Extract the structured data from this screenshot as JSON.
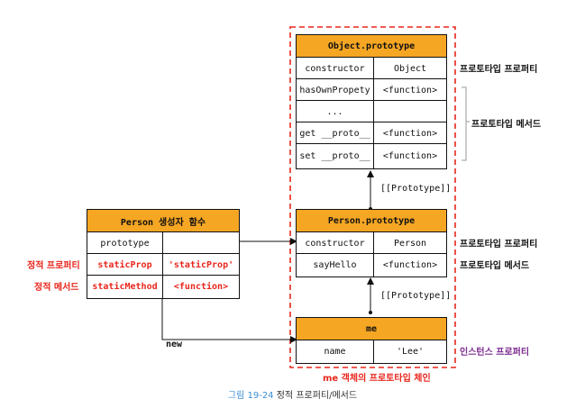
{
  "object_prototype": {
    "title": "Object.prototype",
    "rows": [
      {
        "key": "constructor",
        "value": "Object"
      },
      {
        "key": "hasOwnPropety",
        "value": "<function>"
      },
      {
        "key": "...",
        "value": ""
      },
      {
        "key": "get __proto__",
        "value": "<function>"
      },
      {
        "key": "set __proto__",
        "value": "<function>"
      }
    ]
  },
  "person_fn": {
    "title": "Person 생성자 함수",
    "rows": [
      {
        "key": "prototype",
        "value": ""
      },
      {
        "key": "staticProp",
        "value": "'staticProp'"
      },
      {
        "key": "staticMethod",
        "value": "<function>"
      }
    ]
  },
  "person_prototype": {
    "title": "Person.prototype",
    "rows": [
      {
        "key": "constructor",
        "value": "Person"
      },
      {
        "key": "sayHello",
        "value": "<function>"
      }
    ]
  },
  "me": {
    "title": "me",
    "rows": [
      {
        "key": "name",
        "value": "'Lee'"
      }
    ]
  },
  "labels": {
    "proto_property_top": "프로토타입 프로퍼티",
    "proto_method_top": "프로토타입 메서드",
    "proto_property_mid": "프로토타입 프로퍼티",
    "proto_method_mid": "프로토타입 메서드",
    "instance_property": "인스턴스 프로퍼티",
    "static_property": "정적 프로퍼티",
    "static_method": "정적 메서드",
    "prototype_link_1": "[[Prototype]]",
    "prototype_link_2": "[[Prototype]]",
    "new": "new",
    "chain": "me 객체의 프로토타입 체인"
  },
  "caption": {
    "figure": "그림 19-24",
    "text": "정적 프로퍼티/메서드"
  },
  "colors": {
    "header": "#f5a623",
    "red": "#e8261c",
    "purple": "#7a2a8f",
    "caption_blue": "#3a8fd6"
  }
}
